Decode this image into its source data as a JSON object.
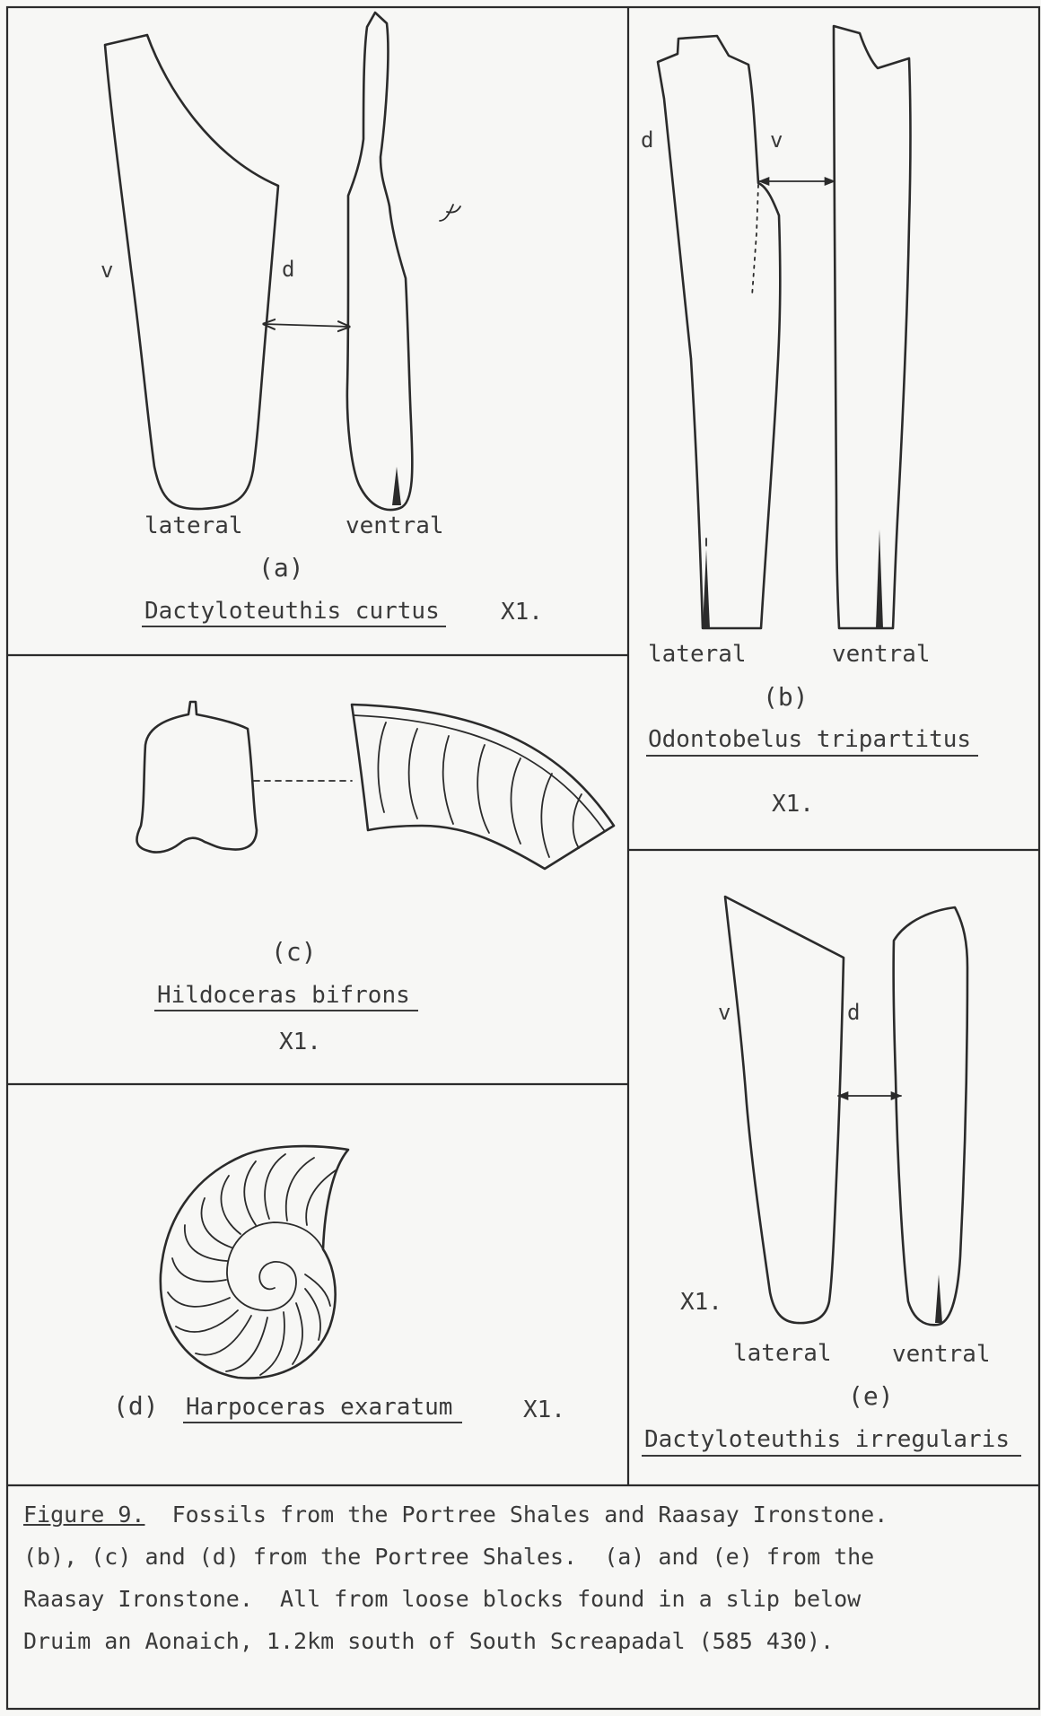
{
  "panels": {
    "a": {
      "view_left": "lateral",
      "view_right": "ventral",
      "mark_v": "v",
      "mark_d": "d",
      "letter": "(a)",
      "species": "Dactyloteuthis curtus",
      "scale": "X1."
    },
    "b": {
      "mark_d": "d",
      "mark_v": "v",
      "view_left": "lateral",
      "view_right": "ventral",
      "letter": "(b)",
      "species": "Odontobelus tripartitus",
      "scale": "X1."
    },
    "c": {
      "letter": "(c)",
      "species": "Hildoceras bifrons",
      "scale": "X1."
    },
    "d": {
      "letter": "(d)",
      "species": "Harpoceras exaratum",
      "scale": "X1."
    },
    "e": {
      "mark_v": "v",
      "mark_d": "d",
      "scale": "X1.",
      "view_left": "lateral",
      "view_right": "ventral",
      "letter": "(e)",
      "species": "Dactyloteuthis irregularis"
    }
  },
  "caption": {
    "figure_label": "Figure 9.",
    "line1_rest": "  Fossils from the Portree Shales and Raasay Ironstone.",
    "line2": "(b), (c) and (d) from the Portree Shales.  (a) and (e) from the",
    "line3": "Raasay Ironstone.  All from loose blocks found in a slip below",
    "line4": "Druim an Aonaich, 1.2km south of South Screapadal (585 430)."
  }
}
